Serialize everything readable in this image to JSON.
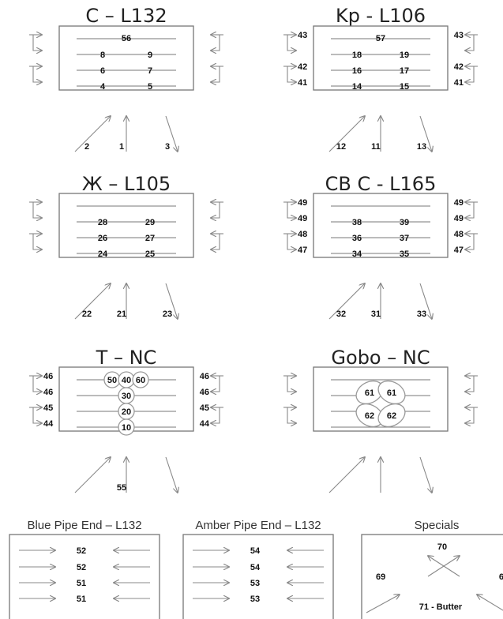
{
  "diagram": {
    "title": "",
    "areas": [
      {
        "id": "c",
        "label": "C – L132",
        "top_number": "56",
        "rows": [
          [
            "8",
            "9"
          ],
          [
            "6",
            "7"
          ],
          [
            "4",
            "5"
          ]
        ],
        "left_side_labels": [
          "",
          "",
          "",
          ""
        ],
        "right_side_labels": [
          "",
          "",
          "",
          ""
        ],
        "front_labels": [
          "2",
          "1",
          "3"
        ]
      },
      {
        "id": "kp",
        "label": "Kp - L106",
        "top_number": "57",
        "rows": [
          [
            "18",
            "19"
          ],
          [
            "16",
            "17"
          ],
          [
            "14",
            "15"
          ]
        ],
        "left_side_labels": [
          "43",
          "",
          "42",
          "41"
        ],
        "right_side_labels": [
          "43",
          "",
          "42",
          "41"
        ],
        "front_labels": [
          "12",
          "11",
          "13"
        ]
      },
      {
        "id": "zh",
        "label": "Ж – L105",
        "top_number": "",
        "rows": [
          [
            "28",
            "29"
          ],
          [
            "26",
            "27"
          ],
          [
            "24",
            "25"
          ]
        ],
        "left_side_labels": [
          "",
          "",
          "",
          ""
        ],
        "right_side_labels": [
          "",
          "",
          "",
          ""
        ],
        "front_labels": [
          "22",
          "21",
          "23"
        ]
      },
      {
        "id": "cbc",
        "label": "CB C - L165",
        "top_number": "",
        "rows": [
          [
            "38",
            "39"
          ],
          [
            "36",
            "37"
          ],
          [
            "34",
            "35"
          ]
        ],
        "left_side_labels": [
          "49",
          "49",
          "48",
          "47"
        ],
        "right_side_labels": [
          "49",
          "49",
          "48",
          "47"
        ],
        "front_labels": [
          "32",
          "31",
          "33"
        ]
      },
      {
        "id": "t",
        "label": "T – NC",
        "circles": [
          "50",
          "40",
          "60",
          "30",
          "20",
          "10"
        ],
        "left_side_labels": [
          "46",
          "46",
          "45",
          "44"
        ],
        "right_side_labels": [
          "46",
          "46",
          "45",
          "44"
        ],
        "front_labels": [
          "",
          "55",
          ""
        ]
      },
      {
        "id": "gobo",
        "label": "Gobo – NC",
        "ellipses": [
          "61",
          "61",
          "62",
          "62"
        ],
        "left_side_labels": [
          "",
          "",
          "",
          ""
        ],
        "right_side_labels": [
          "",
          "",
          "",
          ""
        ],
        "front_labels": [
          "",
          "",
          ""
        ]
      }
    ],
    "bottom_panels": [
      {
        "id": "blue",
        "label": "Blue Pipe End – L132",
        "values": [
          "52",
          "52",
          "51",
          "51"
        ]
      },
      {
        "id": "amber",
        "label": "Amber Pipe End – L132",
        "values": [
          "54",
          "54",
          "53",
          "53"
        ]
      },
      {
        "id": "specials",
        "label": "Specials",
        "top": "70",
        "left": "69",
        "right": "6",
        "bottom": "71 - Butter"
      }
    ]
  }
}
